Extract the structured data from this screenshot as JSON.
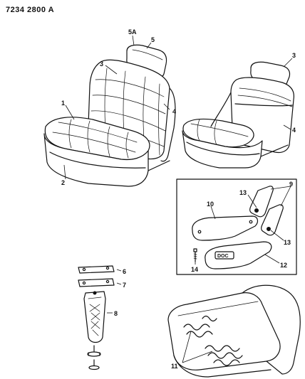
{
  "document_id": "7234 2800 A",
  "callouts": {
    "c1": "1",
    "c2": "2",
    "c3_front": "3",
    "c3_rear": "3",
    "c4_front": "4",
    "c4_rear": "4",
    "c5": "5",
    "c5a": "5A",
    "c6": "6",
    "c7": "7",
    "c8": "8",
    "c9": "9",
    "c10": "10",
    "c11": "11",
    "c12": "12",
    "c13_upper": "13",
    "c13_lower": "13",
    "c14": "14"
  }
}
